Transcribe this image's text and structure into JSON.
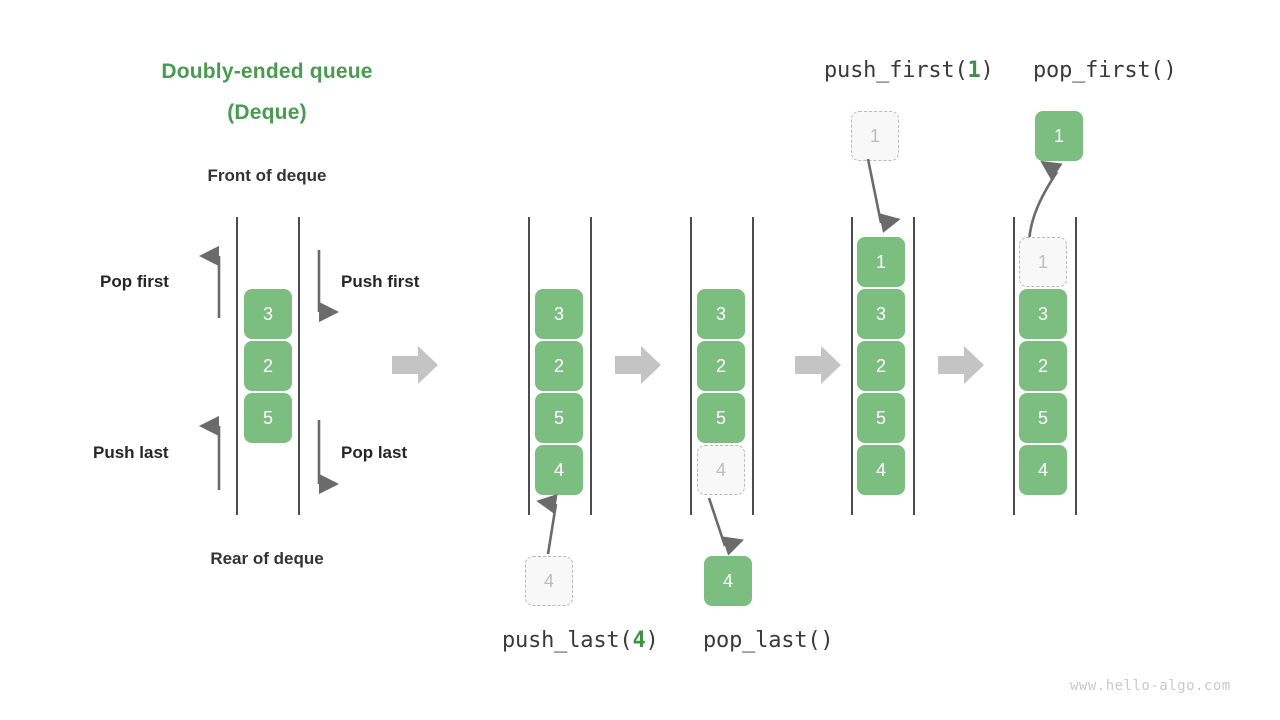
{
  "title": {
    "line1": "Doubly-ended queue",
    "line2": "(Deque)"
  },
  "labels": {
    "front": "Front of deque",
    "rear": "Rear of deque",
    "pop_first": "Pop first",
    "push_first": "Push first",
    "push_last": "Push last",
    "pop_last": "Pop last"
  },
  "operations": {
    "push_first": {
      "name": "push_first(",
      "arg": "1",
      "close": ")"
    },
    "pop_first": {
      "name": "pop_first()",
      "arg": "",
      "close": ""
    },
    "push_last": {
      "name": "push_last(",
      "arg": "4",
      "close": ")"
    },
    "pop_last": {
      "name": "pop_last()",
      "arg": "",
      "close": ""
    }
  },
  "colors": {
    "accent_green": "#4a9a52",
    "cell_green": "#7cbd80",
    "ghost_fill": "#f8f8f8",
    "ghost_border": "#b9b9b9",
    "ghost_text": "#bdbdbd",
    "rail": "#4c4c4c",
    "arrow_grey": "#c4c4c4",
    "thin_arrow": "#6b6b6b",
    "text_dark": "#262626",
    "watermark": "#c9c9c9"
  },
  "panels": [
    {
      "id": "schematic",
      "cells": [
        "3",
        "2",
        "5"
      ]
    },
    {
      "id": "initial",
      "cells": [
        "3",
        "2",
        "5",
        "4"
      ],
      "floating": {
        "value": "4",
        "state": "ghost",
        "position": "below"
      }
    },
    {
      "id": "after-push-last",
      "cells": [
        "3",
        "2",
        "5"
      ],
      "ghost_in_rail": {
        "value": "4",
        "position": "bottom"
      },
      "floating": {
        "value": "4",
        "state": "solid",
        "position": "below"
      }
    },
    {
      "id": "after-pop-last",
      "cells": [
        "1",
        "3",
        "2",
        "5",
        "4"
      ],
      "floating": {
        "value": "1",
        "state": "ghost",
        "position": "above"
      }
    },
    {
      "id": "after-push-first",
      "cells": [
        "3",
        "2",
        "5",
        "4"
      ],
      "ghost_in_rail": {
        "value": "1",
        "position": "top"
      },
      "floating": {
        "value": "1",
        "state": "solid",
        "position": "above"
      }
    }
  ],
  "watermark": "www.hello-algo.com"
}
